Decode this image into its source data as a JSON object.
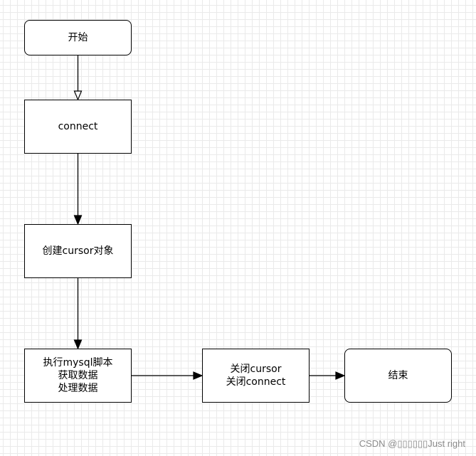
{
  "flowchart": {
    "nodes": {
      "start": {
        "lines": [
          "开始"
        ]
      },
      "connect": {
        "lines": [
          "connect"
        ]
      },
      "create_cursor": {
        "lines": [
          "创建cursor对象"
        ]
      },
      "execute": {
        "lines": [
          "执行mysql脚本",
          "获取数据",
          "处理数据"
        ]
      },
      "close": {
        "lines": [
          "关闭cursor",
          "关闭connect"
        ]
      },
      "end": {
        "lines": [
          "结束"
        ]
      }
    },
    "edges": [
      {
        "from": "start",
        "to": "connect",
        "arrowhead": "open"
      },
      {
        "from": "connect",
        "to": "create_cursor",
        "arrowhead": "filled"
      },
      {
        "from": "create_cursor",
        "to": "execute",
        "arrowhead": "filled"
      },
      {
        "from": "execute",
        "to": "close",
        "arrowhead": "filled"
      },
      {
        "from": "close",
        "to": "end",
        "arrowhead": "filled"
      }
    ]
  },
  "watermark": "CSDN @▯▯▯▯▯▯Just right",
  "colors": {
    "stroke": "#000000",
    "fill": "#ffffff",
    "grid": "#eaeaea",
    "watermark": "#8a8a8a"
  }
}
